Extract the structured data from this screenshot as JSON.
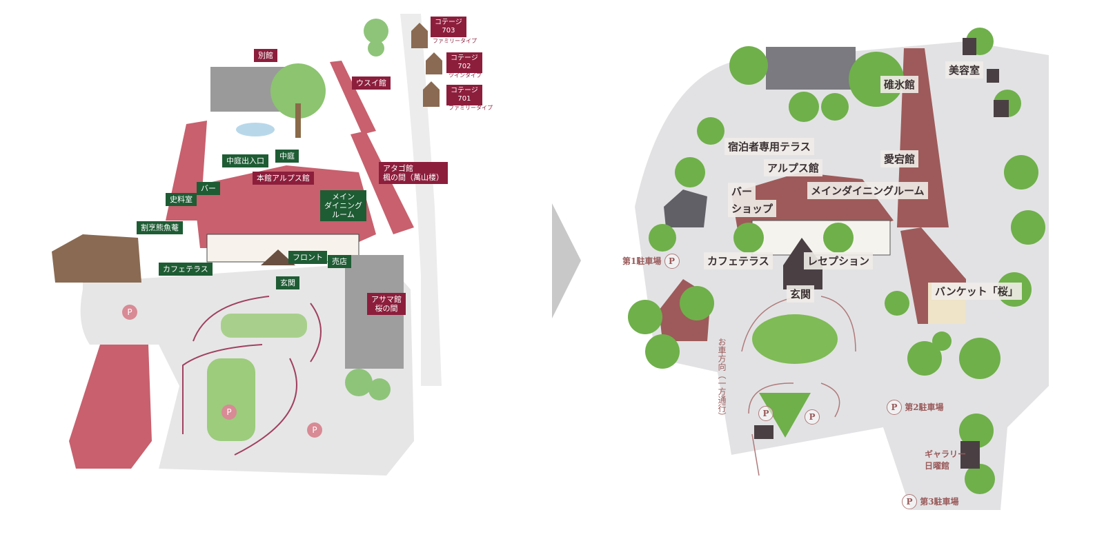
{
  "before_map": {
    "labels": {
      "bekkan": "別館",
      "usui": "ウスイ館",
      "cottage703": "コテージ\n703",
      "cottage703_type": "ファミリータイプ",
      "cottage702": "コテージ\n702",
      "cottage702_type": "ツインタイプ",
      "cottage701": "コテージ\n701",
      "cottage701_type": "ファミリータイプ",
      "nakaniwa_entrance": "中庭出入口",
      "nakaniwa": "中庭",
      "honkan": "本館アルプス館",
      "atago": "アタゴ館\n楓の間（萬山楼）",
      "bar": "バー",
      "shiryoshitsu": "史料室",
      "main_dining": "メイン\nダイニング\nルーム",
      "kappo": "割烹熊魚菴",
      "cafe_terrace": "カフェテラス",
      "front": "フロント",
      "shop": "売店",
      "genkan": "玄関",
      "asama": "アサマ館\n桜の間"
    },
    "parking_symbol": "P",
    "colors": {
      "label_red": "#8c1e3c",
      "label_green": "#1e5c34",
      "roof": "#c8606e",
      "parking": "#d88a95"
    }
  },
  "arrow": {
    "icon": "chevron-right-icon",
    "color": "#c8c8c8"
  },
  "after_map": {
    "labels": {
      "guest_terrace": "宿泊者専用テラス",
      "alps": "アルプス館",
      "bar": "バー",
      "shop": "ショップ",
      "main_dining": "メインダイニングルーム",
      "cafe_terrace": "カフェテラス",
      "reception": "レセプション",
      "genkan": "玄関",
      "usui": "碓氷館",
      "atago": "愛宕館",
      "salon": "美容室",
      "banquet": "バンケット「桜」",
      "gallery": "ギャラリー\n日曜館",
      "one_way": "お車方向（一方通行）"
    },
    "parking": {
      "symbol": "P",
      "lot1": "第1駐車場",
      "lot2": "第2駐車場",
      "lot3": "第3駐車場"
    },
    "colors": {
      "roof": "#9e5a5a",
      "tree": "#6fb04a",
      "text": "#9a5a5a"
    }
  }
}
